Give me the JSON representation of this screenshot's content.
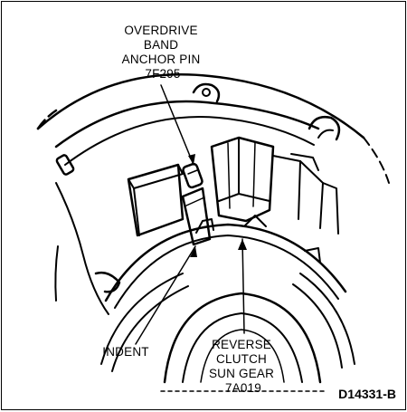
{
  "callouts": {
    "anchor_pin": {
      "lines": [
        "OVERDRIVE",
        "BAND",
        "ANCHOR PIN",
        "7F295"
      ]
    },
    "indent": {
      "lines": [
        "INDENT"
      ]
    },
    "sun_gear": {
      "lines": [
        "REVERSE",
        "CLUTCH",
        "SUN GEAR",
        "7A019"
      ]
    }
  },
  "figure_code": "D14331-B"
}
